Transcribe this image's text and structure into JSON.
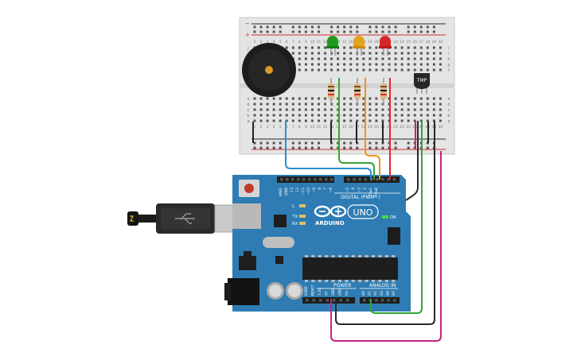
{
  "breadboard": {
    "columns_top": [
      "1",
      "2",
      "3",
      "4",
      "5",
      "6",
      "7",
      "8",
      "9",
      "10",
      "11",
      "12",
      "13",
      "14",
      "15",
      "16",
      "17",
      "18",
      "19",
      "20",
      "21",
      "22",
      "23",
      "24",
      "25",
      "26",
      "27",
      "28",
      "29",
      "30"
    ],
    "rows_top": [
      "j",
      "i",
      "h",
      "g",
      "f"
    ],
    "rows_bottom": [
      "e",
      "d",
      "c",
      "b",
      "a"
    ],
    "rail_plus": "+",
    "rail_minus": "−"
  },
  "components": {
    "sensor_label": "TMP",
    "led_colors": {
      "green": "#1f9a1f",
      "yellow": "#e2a21c",
      "red": "#d8262a"
    },
    "buzzer": "piezo-buzzer"
  },
  "arduino": {
    "brand": "ARDUINO",
    "model": "UNO",
    "digital_header": "DIGITAL (PWM~)",
    "power_header": "POWER",
    "analog_header": "ANALOG IN",
    "digital_pins": [
      "AREF",
      "GND",
      "13",
      "12",
      "~11",
      "~10",
      "~9",
      "8",
      "7",
      "~6",
      "~5",
      "4",
      "~3",
      "2",
      "TX▸1",
      "RX◂0"
    ],
    "power_pins": [
      "IOREF",
      "RESET",
      "3.3V",
      "5V",
      "GND",
      "GND",
      "Vin"
    ],
    "analog_pins": [
      "A0",
      "A1",
      "A2",
      "A3",
      "A4",
      "A5"
    ],
    "led_labels": {
      "l": "L",
      "tx": "TX",
      "rx": "RX",
      "on": "ON"
    },
    "board_color": "#2e7cb3"
  },
  "wire_colors": {
    "blue": "#2a8fd0",
    "green": "#33a534",
    "orange": "#f0921c",
    "red": "#e02a24",
    "black": "#2a2a2a",
    "magenta": "#c8237f"
  }
}
